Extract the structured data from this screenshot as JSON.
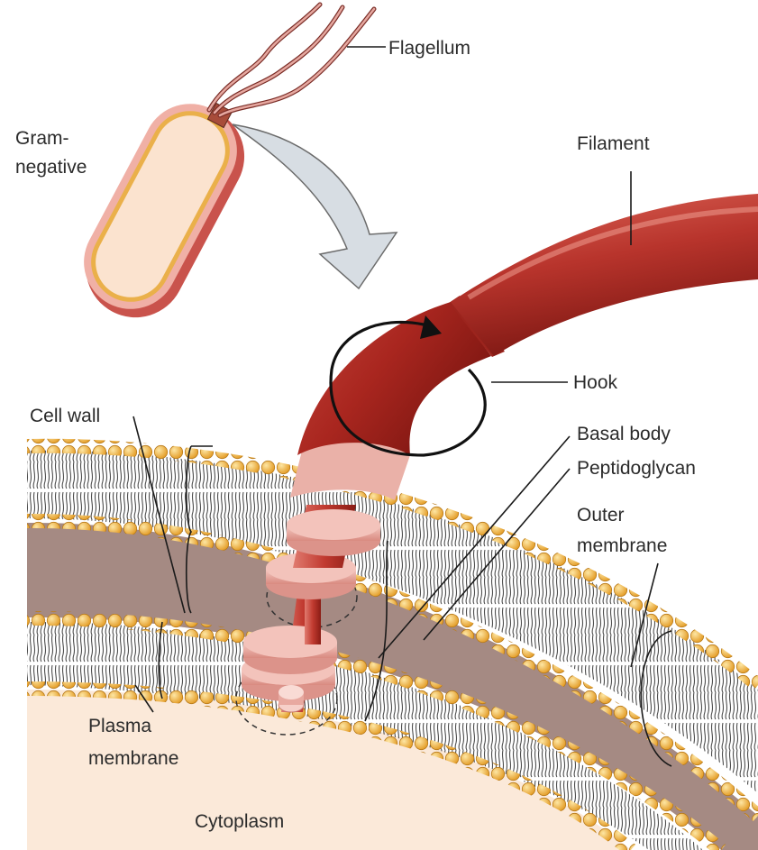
{
  "labels": {
    "flagellum": "Flagellum",
    "gram_line1": "Gram-",
    "gram_line2": "negative",
    "filament": "Filament",
    "hook": "Hook",
    "cell_wall": "Cell wall",
    "basal_body": "Basal body",
    "peptidoglycan": "Peptidoglycan",
    "outer_line1": "Outer",
    "outer_line2": "membrane",
    "plasma_line1": "Plasma",
    "plasma_line2": "membrane",
    "cytoplasm": "Cytoplasm"
  },
  "colors": {
    "flagellum_red": "#b5302c",
    "hook_red": "#a8261f",
    "ring_pink": "#e8a9a0",
    "head_gold": "#f0b63c",
    "peptidoglycan_brown": "#a58a83",
    "cytoplasm_cream": "#fbe9d9",
    "cell_fill": "#fbe3cf",
    "arrow_gray": "#d7dde3"
  }
}
